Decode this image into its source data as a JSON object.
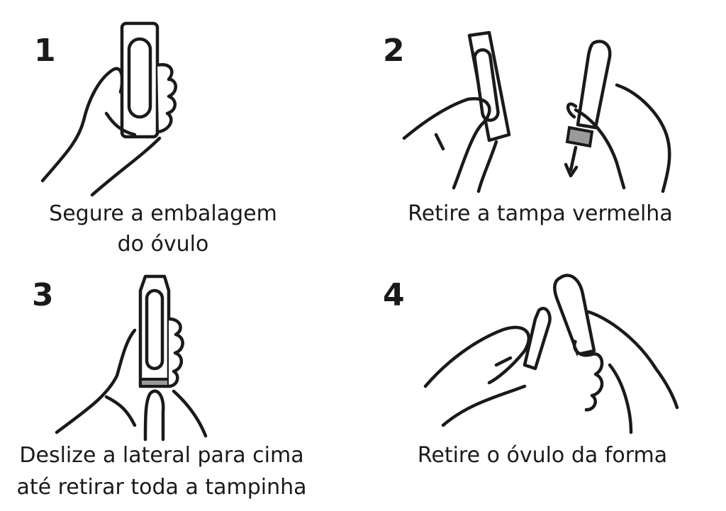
{
  "steps": [
    {
      "number": "1",
      "caption_lines": [
        "Segure a embalagem",
        "do óvulo"
      ]
    },
    {
      "number": "2",
      "caption_lines": [
        "Retire a tampa vermelha"
      ]
    },
    {
      "number": "3",
      "caption_lines": [
        "Deslize a lateral para cima",
        "até retirar toda a tampinha"
      ]
    },
    {
      "number": "4",
      "caption_lines": [
        "Retire o óvulo da forma"
      ]
    }
  ],
  "colors": {
    "line": "#1a1a1a",
    "cap": "#9a9a9a",
    "background": "#ffffff"
  }
}
